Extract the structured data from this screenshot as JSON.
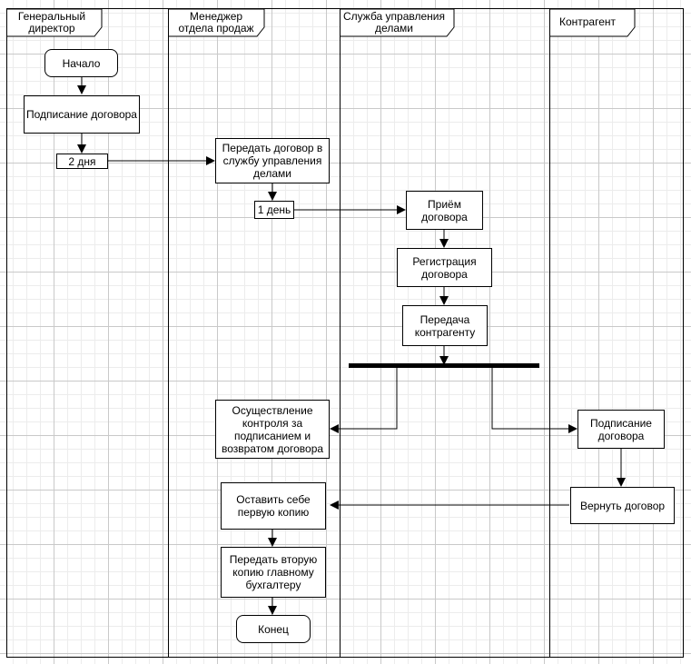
{
  "lanes": [
    {
      "title": "Генеральный директор"
    },
    {
      "title": "Менеджер отдела продаж"
    },
    {
      "title": "Служба управления делами"
    },
    {
      "title": "Контрагент"
    }
  ],
  "nodes": {
    "start": "Начало",
    "sign_contract_director": "Подписание договора",
    "duration_2_days": "2 дня",
    "pass_to_office": "Передать договор в службу управления делами",
    "duration_1_day": "1 день",
    "receive_contract": "Приём договора",
    "register_contract": "Регистрация договора",
    "transfer_to_counterparty": "Передача контрагенту",
    "monitor_signing": "Осуществление контроля за подписанием и возвратом договора",
    "sign_contract_counterparty": "Подписание договора",
    "return_contract": "Вернуть договор",
    "keep_first_copy": "Оставить себе первую копию",
    "pass_second_copy": "Передать вторую копию главному бухгалтеру",
    "end": "Конец"
  },
  "colors": {
    "line": "#000000",
    "grid": "#c9c9c9",
    "background": "#ffffff"
  }
}
